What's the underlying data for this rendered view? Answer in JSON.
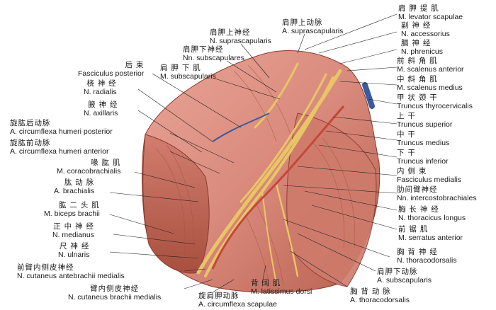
{
  "labels": {
    "fasciculus_posterior": {
      "zh": "后 束",
      "la": "Fasciculus posterior"
    },
    "n_radialis": {
      "zh": "桡 神 经",
      "la": "N. radialis"
    },
    "n_axillaris": {
      "zh": "腋 神 经",
      "la": "N. axillaris"
    },
    "a_circ_post": {
      "zh": "旋肱后动脉",
      "la": "A. circumflexa humeri posterior"
    },
    "a_circ_ant": {
      "zh": "旋肱前动脉",
      "la": "A. circumflexa humeri anterior"
    },
    "m_coracobrachialis": {
      "zh": "喙 肱 肌",
      "la": "M. coracobrachialis"
    },
    "a_brachialis": {
      "zh": "肱 动 脉",
      "la": "A. brachialis"
    },
    "m_biceps": {
      "zh": "肱 二 头 肌",
      "la": "M. biceps brachii"
    },
    "n_medianus": {
      "zh": "正 中 神 经",
      "la": "N. medianus"
    },
    "n_ulnaris": {
      "zh": "尺 神 经",
      "la": "N. ulnaris"
    },
    "n_cut_antebrachii": {
      "zh": "前臂内侧皮神经",
      "la": "N. cutaneus antebrachii medialis"
    },
    "n_cut_brachii": {
      "zh": "臂内侧皮神经",
      "la": "N. cutaneus brachii medialis"
    },
    "a_circ_scapulae": {
      "zh": "旋肩胛动脉",
      "la": "A. circumflexa scapulae"
    },
    "m_latissimus": {
      "zh": "背 阔 肌",
      "la": "M. latissimus dorsi"
    },
    "a_thoracodorsalis": {
      "zh": "胸 背 动 脉",
      "la": "A. thoracodorsalis"
    },
    "a_subscapularis": {
      "zh": "肩胛下动脉",
      "la": "A. subscapularis"
    },
    "n_thoracodorsalis": {
      "zh": "胸 背 神 经",
      "la": "N. thoracodorsalis"
    },
    "m_serratus": {
      "zh": "前 锯 肌",
      "la": "M. serratus anterior"
    },
    "n_thoracicus_longus": {
      "zh": "胸 长 神 经",
      "la": "N. thoracicus longus"
    },
    "nn_intercostobrachiales": {
      "zh": "肋间臂神经",
      "la": "Nn. intercostobrachiales"
    },
    "fasciculus_medialis": {
      "zh": "内 侧 束",
      "la": "Fasciculus medialis"
    },
    "truncus_inferior": {
      "zh": "下 干",
      "la": "Truncus inferior"
    },
    "truncus_medius": {
      "zh": "中 干",
      "la": "Truncus medius"
    },
    "truncus_superior": {
      "zh": "上 干",
      "la": "Truncus superior"
    },
    "truncus_thyrocervicalis": {
      "zh": "甲 状 颈 干",
      "la": "Truncus thyrocervicalis"
    },
    "m_scalenus_medius": {
      "zh": "中 斜 角 肌",
      "la": "M. scalenus medius"
    },
    "m_scalenus_anterior": {
      "zh": "前 斜 角 肌",
      "la": "M. scalenus anterior"
    },
    "n_phrenicus": {
      "zh": "膈 神 经",
      "la": "N. phrenicus"
    },
    "n_accessorius": {
      "zh": "副 神 经",
      "la": "N. accessorius"
    },
    "m_levator": {
      "zh": "肩 胛 提 肌",
      "la": "M. levator scapulae"
    },
    "a_suprascapularis": {
      "zh": "肩胛上动脉",
      "la": "A. suprascapularis"
    },
    "n_suprascapularis": {
      "zh": "肩胛上神经",
      "la": "N. suprascapularis"
    },
    "nn_subscapulares": {
      "zh": "肩胛下神经",
      "la": "Nn. subscapulares"
    },
    "m_subscapularis": {
      "zh": "肩 胛 下 肌",
      "la": "M. subscapularis"
    }
  },
  "colors": {
    "muscle": "#d98a7c",
    "muscle_dark": "#b55a4c",
    "nerve": "#e8c566",
    "artery": "#c6463a",
    "vein": "#3d5a9c"
  }
}
